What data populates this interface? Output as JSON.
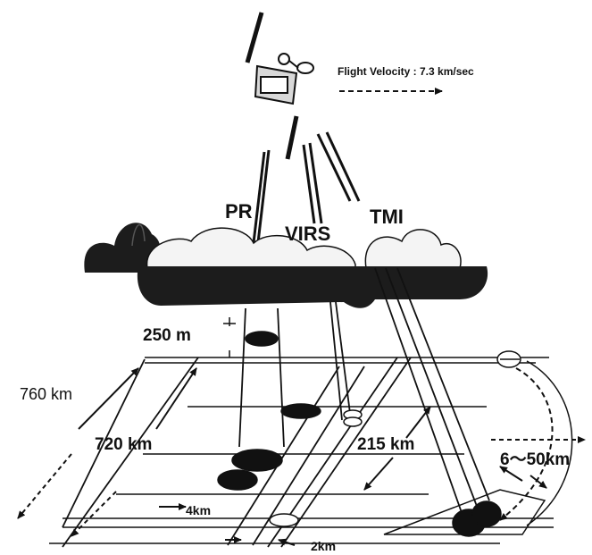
{
  "header": {
    "flight_velocity": "Flight Velocity : 7.3 km/sec"
  },
  "sensors": {
    "pr": "PR",
    "virs": "VIRS",
    "tmi": "TMI"
  },
  "dimensions": {
    "resolution_250m": "250 m",
    "swath_760km": "760 km",
    "swath_720km": "720 km",
    "swath_215km": "215 km",
    "footprint_4km": "4km",
    "footprint_2km": "2km",
    "range_6_50km": "6～50km"
  },
  "colors": {
    "ink": "#111111",
    "cloud_dark": "#1c1c1c",
    "cloud_light": "#f4f4f4"
  }
}
